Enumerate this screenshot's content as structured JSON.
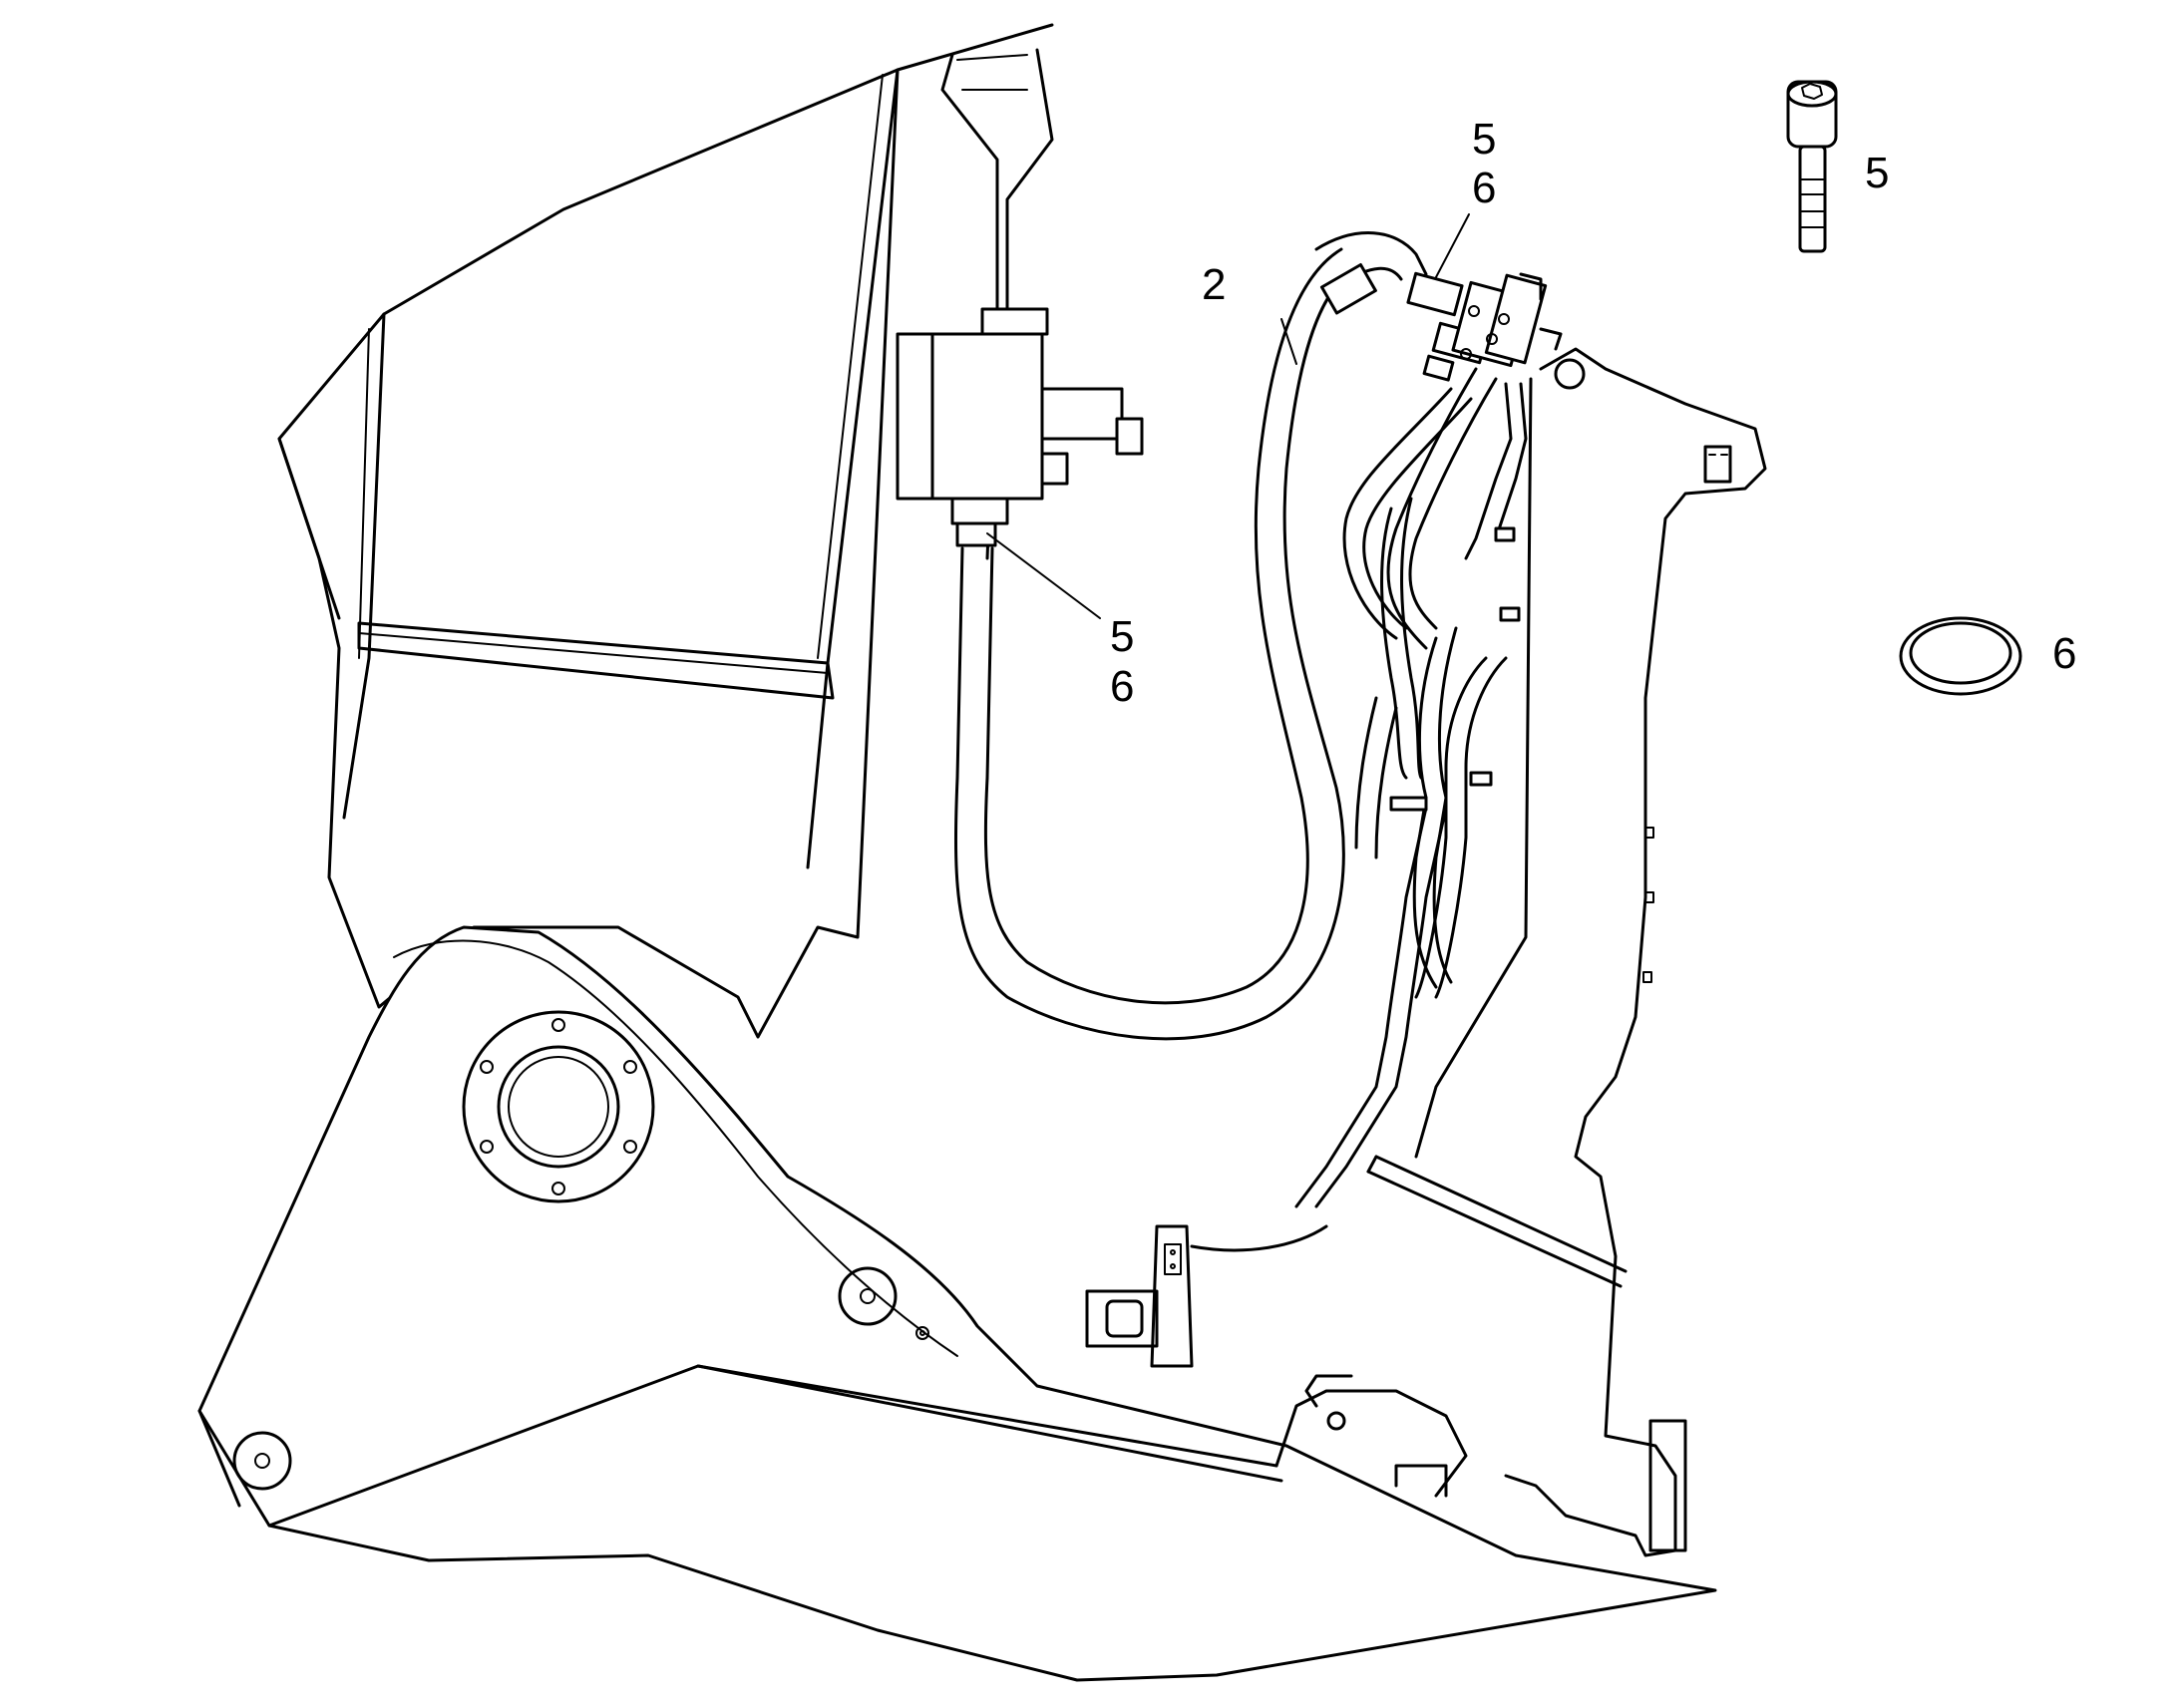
{
  "callouts": {
    "hose": "2",
    "fitting_top_screw": "5",
    "fitting_top_ring": "6",
    "fitting_mid_screw": "5",
    "fitting_mid_ring": "6",
    "screw_part": "5",
    "ring_part": "6"
  },
  "colors": {
    "line": "#000000",
    "background": "#ffffff"
  }
}
